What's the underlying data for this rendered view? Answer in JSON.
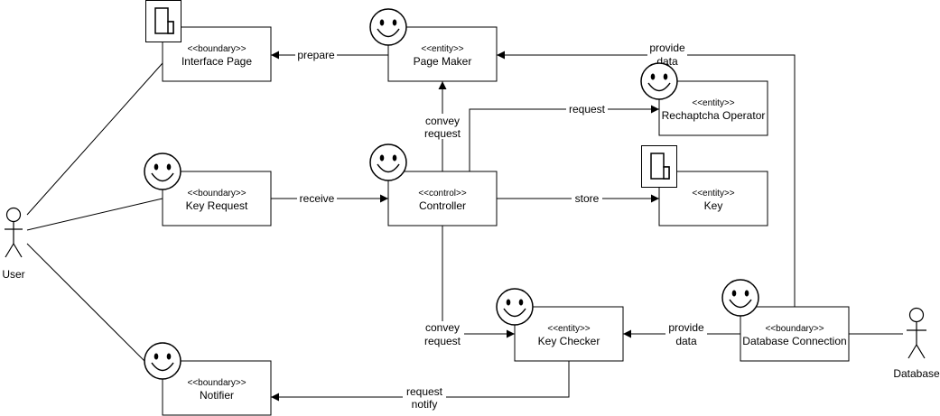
{
  "actors": {
    "user": "User",
    "database": "Database"
  },
  "nodes": {
    "interface_page": {
      "stereotype": "<<boundary>>",
      "name": "Interface Page",
      "icon": "page-icon"
    },
    "page_maker": {
      "stereotype": "<<entity>>",
      "name": "Page Maker",
      "icon": "smiley-icon"
    },
    "recaptcha_operator": {
      "stereotype": "<<entity>>",
      "name": "Rechaptcha Operator",
      "icon": "smiley-icon"
    },
    "key_request": {
      "stereotype": "<<boundary>>",
      "name": "Key Request",
      "icon": "smiley-icon"
    },
    "controller": {
      "stereotype": "<<control>>",
      "name": "Controller",
      "icon": "smiley-icon"
    },
    "key": {
      "stereotype": "<<entity>>",
      "name": "Key",
      "icon": "page-icon"
    },
    "key_checker": {
      "stereotype": "<<entity>>",
      "name": "Key Checker",
      "icon": "smiley-icon"
    },
    "database_connection": {
      "stereotype": "<<boundary>>",
      "name": "Database Connection",
      "icon": "smiley-icon"
    },
    "notifier": {
      "stereotype": "<<boundary>>",
      "name": "Notifier",
      "icon": "smiley-icon"
    }
  },
  "edges": {
    "prepare": "prepare",
    "provide_data_top": [
      "provide",
      "data"
    ],
    "convey_request_top": [
      "convey",
      "request"
    ],
    "request": "request",
    "receive": "receive",
    "store": "store",
    "convey_request_bottom": [
      "convey",
      "request"
    ],
    "provide_data_bottom": [
      "provide",
      "data"
    ],
    "request_notify": [
      "request",
      "notify"
    ]
  }
}
